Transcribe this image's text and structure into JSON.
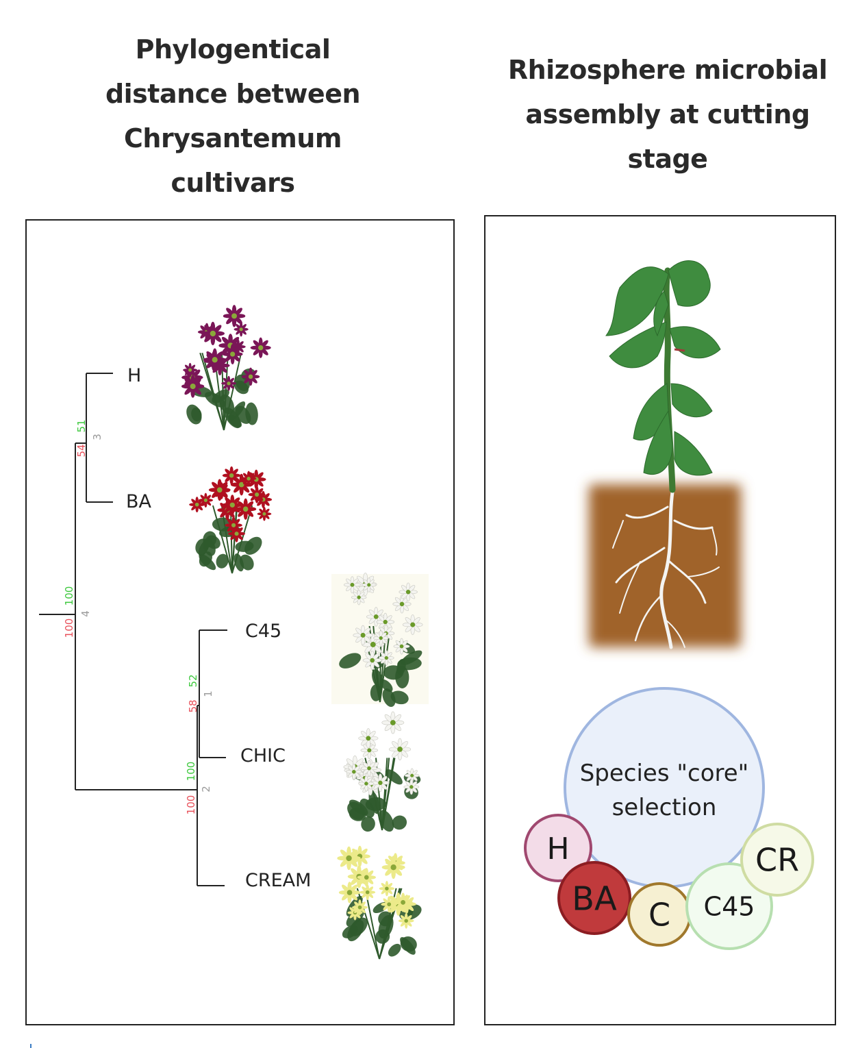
{
  "left_title": [
    "Phylogentical",
    "distance between",
    "Chrysantemum",
    "cultivars"
  ],
  "right_title": [
    "Rhizosphere microbial",
    "assembly at cutting",
    "stage"
  ],
  "tree": {
    "leaves": [
      "H",
      "BA",
      "C45",
      "CHIC",
      "CREAM"
    ],
    "support": {
      "h_ba": {
        "green": "51",
        "red": "54",
        "gray": "3"
      },
      "root": {
        "green": "100",
        "red": "100",
        "gray": "4"
      },
      "c45_chic": {
        "green": "52",
        "red": "58",
        "gray": "1"
      },
      "white_cream": {
        "green": "100",
        "red": "100",
        "gray": "2"
      }
    }
  },
  "flowers": [
    {
      "cultivar": "H",
      "color": "#7a1657"
    },
    {
      "cultivar": "BA",
      "color": "#b01020"
    },
    {
      "cultivar": "C45",
      "color": "#f4f4f0"
    },
    {
      "cultivar": "CHIC",
      "color": "#f4f4f0"
    },
    {
      "cultivar": "CREAM",
      "color": "#ecea8a"
    }
  ],
  "core": {
    "label": [
      "Species \"core\"",
      "selection"
    ]
  },
  "bubbles": [
    {
      "label": "H",
      "fill": "#f3dce8",
      "stroke": "#a0486f"
    },
    {
      "label": "BA",
      "fill": "#c03a3c",
      "stroke": "#8c1d22"
    },
    {
      "label": "C",
      "fill": "#f6f0d2",
      "stroke": "#a0782c"
    },
    {
      "label": "C45",
      "fill": "#f2fbf0",
      "stroke": "#b7dfb0"
    },
    {
      "label": "CR",
      "fill": "#f6f9e8",
      "stroke": "#cfdca2"
    }
  ],
  "colors": {
    "support_green": "#3cc83c",
    "support_red": "#e8505a",
    "support_gray": "#9a9a9a",
    "soil": "#a0642c",
    "leaf": "#3f8c3f"
  }
}
